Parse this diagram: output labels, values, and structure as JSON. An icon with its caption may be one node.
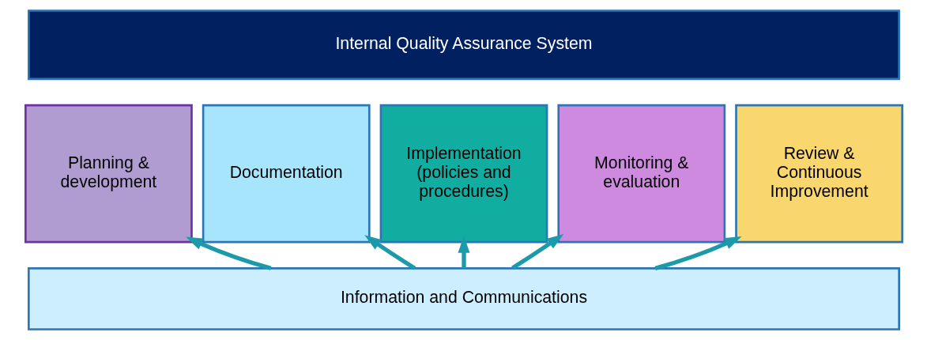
{
  "diagram": {
    "nodes": [
      {
        "text": [
          "Internal Quality Assurance System"
        ]
      },
      {
        "text": [
          "Planning & development"
        ]
      },
      {
        "text": [
          "Documentation"
        ]
      },
      {
        "text": [
          "Implementation (policies and procedures)"
        ]
      },
      {
        "text": [
          "Monitoring & evaluation"
        ]
      },
      {
        "text": [
          "Review & Continuous Improvement"
        ]
      },
      {
        "text": [
          "Information and Communications"
        ]
      }
    ],
    "edges": [
      {
        "from": 6,
        "to": 1,
        "arrow": "to"
      },
      {
        "from": 6,
        "to": 2,
        "arrow": "to"
      },
      {
        "from": 6,
        "to": 3,
        "arrow": "to"
      },
      {
        "from": 6,
        "to": 4,
        "arrow": "to"
      },
      {
        "from": 6,
        "to": 5,
        "arrow": "to"
      }
    ]
  }
}
